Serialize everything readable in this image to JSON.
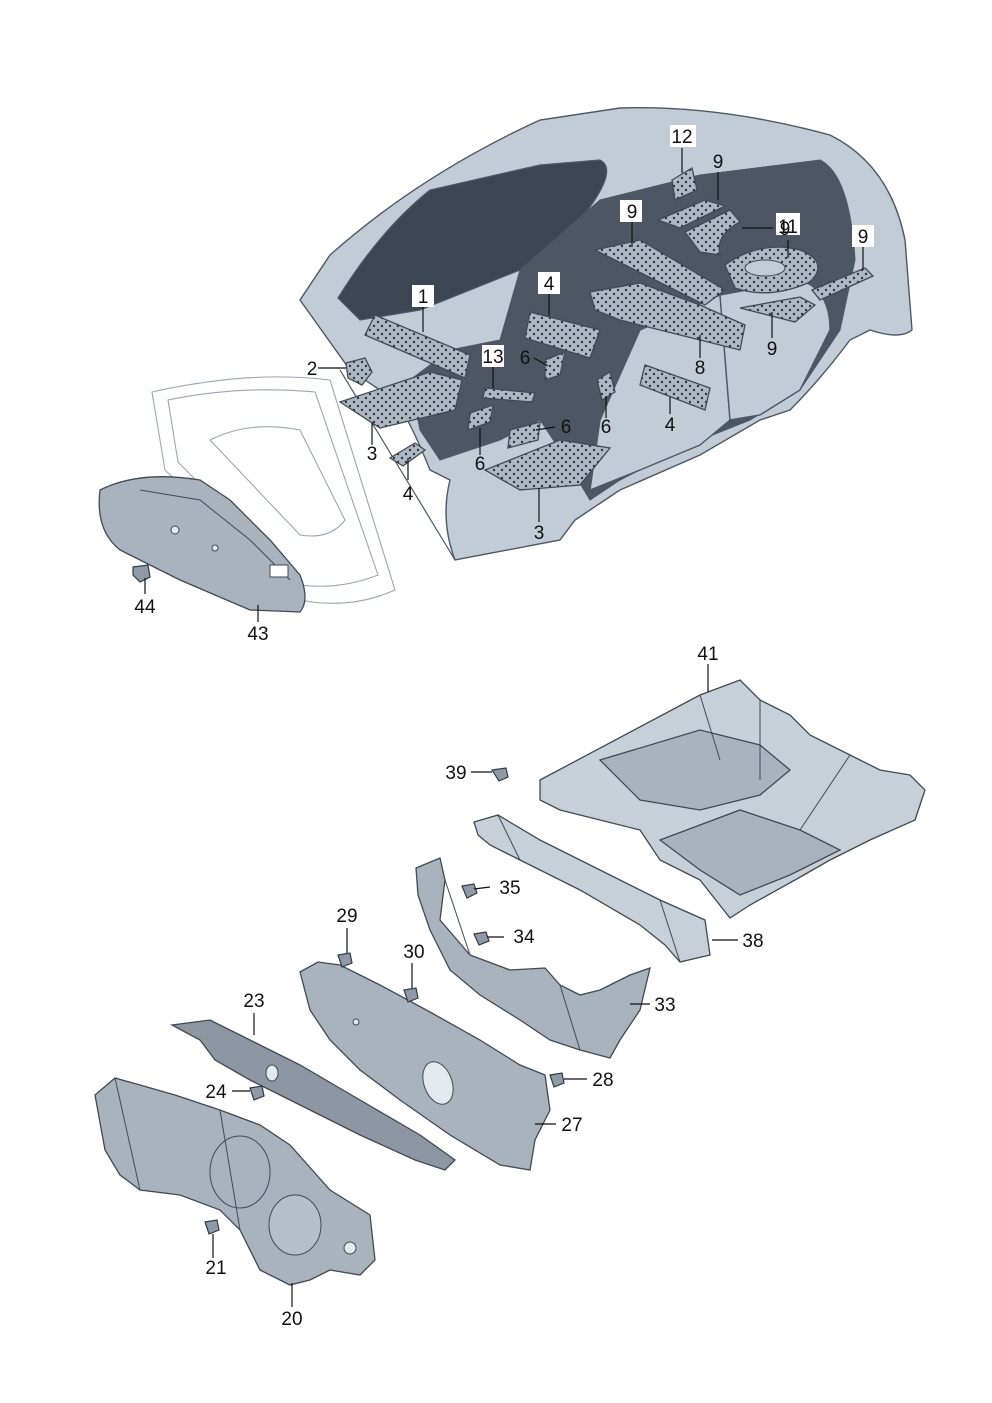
{
  "colors": {
    "body_shell": "#c2ccd6",
    "interior": "#4c5763",
    "pad": "#aeb8c2",
    "line": "#111111"
  },
  "callouts": {
    "c1": "1",
    "c2": "2",
    "c3a": "3",
    "c3b": "3",
    "c4a": "4",
    "c4b": "4",
    "c4c": "4",
    "c6a": "6",
    "c6b": "6",
    "c6c": "6",
    "c6d": "6",
    "c8": "8",
    "c9a": "9",
    "c9b": "9",
    "c9c": "9",
    "c9d": "9",
    "c9e": "9",
    "c11": "11",
    "c12": "12",
    "c13": "13",
    "c20": "20",
    "c21": "21",
    "c23": "23",
    "c24": "24",
    "c27": "27",
    "c28": "28",
    "c29": "29",
    "c30": "30",
    "c33": "33",
    "c34": "34",
    "c35": "35",
    "c38": "38",
    "c39": "39",
    "c41": "41",
    "c43": "43",
    "c44": "44"
  }
}
